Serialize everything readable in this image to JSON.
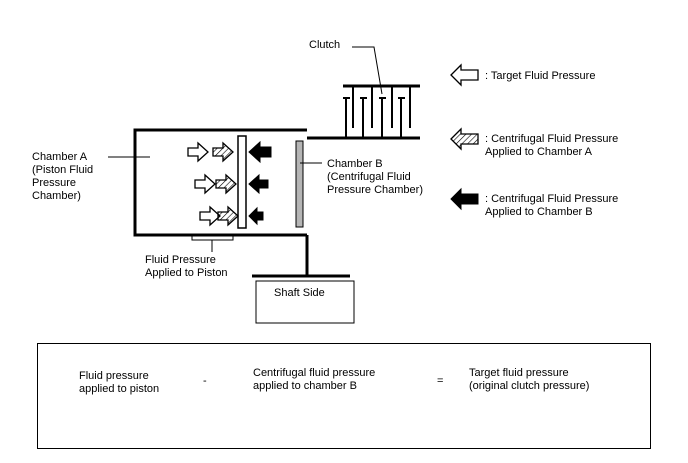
{
  "labels": {
    "clutch": "Clutch",
    "chamber_a": "Chamber A\n(Piston Fluid\nPressure\nChamber)",
    "chamber_b": "Chamber B\n(Centrifugal Fluid\nPressure Chamber)",
    "fluid_pressure_piston": "Fluid Pressure\nApplied to Piston",
    "shaft_side": "Shaft Side"
  },
  "legend": [
    {
      "icon": "outline-arrow-icon",
      "text": ": Target Fluid Pressure"
    },
    {
      "icon": "hatched-arrow-icon",
      "text": ": Centrifugal Fluid Pressure\nApplied to Chamber A"
    },
    {
      "icon": "solid-arrow-icon",
      "text": ": Centrifugal Fluid Pressure\nApplied to Chamber B"
    }
  ],
  "equation": {
    "term1": "Fluid pressure\napplied to piston",
    "minus": "-",
    "term2": "Centrifugal fluid pressure\napplied to chamber B",
    "equals": "=",
    "result": "Target fluid pressure\n(original clutch pressure)"
  }
}
